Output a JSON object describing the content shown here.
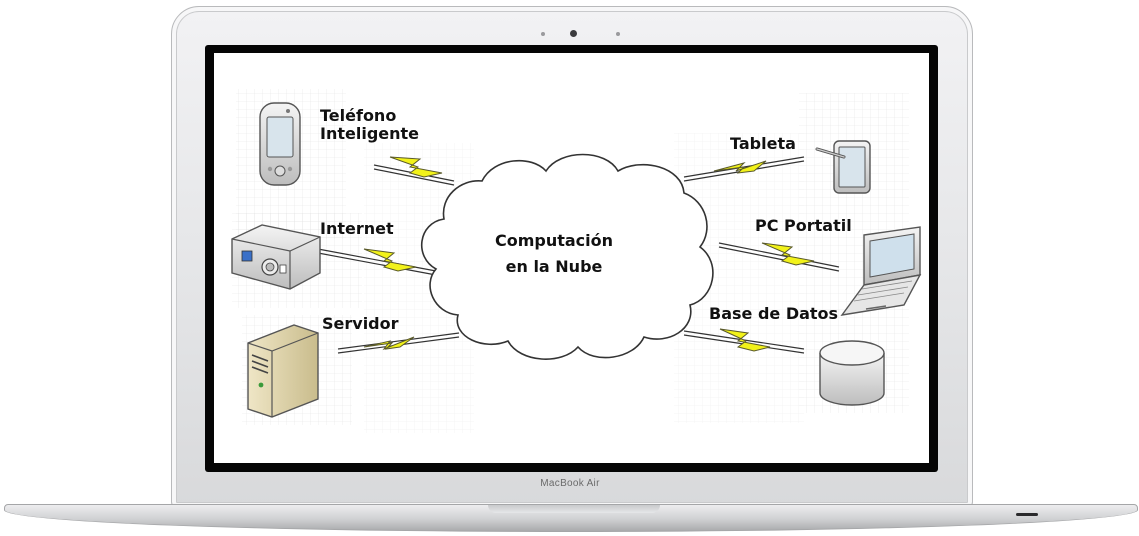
{
  "device": {
    "brand_label": "MacBook Air"
  },
  "diagram": {
    "center": {
      "line1": "Computación",
      "line2": "en la Nube"
    },
    "nodes": {
      "smartphone": {
        "line1": "Teléfono",
        "line2": "Inteligente",
        "icon": "smartphone-icon"
      },
      "internet": {
        "label": "Internet",
        "icon": "network-device-icon"
      },
      "server": {
        "label": "Servidor",
        "icon": "server-tower-icon"
      },
      "tablet": {
        "label": "Tableta",
        "icon": "tablet-icon"
      },
      "laptop": {
        "label": "PC Portatil",
        "icon": "laptop-icon"
      },
      "database": {
        "label": "Base de Datos",
        "icon": "database-icon"
      }
    },
    "colors": {
      "bolt_fill": "#f2f21a",
      "bolt_stroke": "#5a5a2a",
      "cloud_fill": "#ffffff",
      "cloud_stroke": "#333333"
    }
  }
}
